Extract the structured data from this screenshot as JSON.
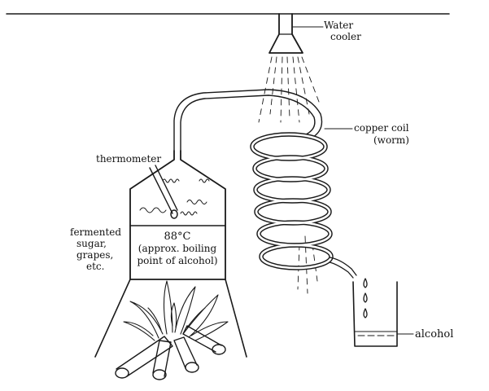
{
  "labels": {
    "water_cooler_1": "Water",
    "water_cooler_2": "cooler",
    "copper_coil_1": "copper coil",
    "copper_coil_2": "(worm)",
    "thermometer": "thermometer",
    "fermented_1": "fermented",
    "fermented_2": "sugar,",
    "fermented_3": "grapes,",
    "fermented_4": "etc.",
    "temperature": "88°C",
    "boiling_1": "(approx. boiling",
    "boiling_2": "point of alcohol)",
    "alcohol": "alcohol"
  },
  "colors": {
    "ink": "#1a1a1a",
    "paper": "#ffffff"
  }
}
